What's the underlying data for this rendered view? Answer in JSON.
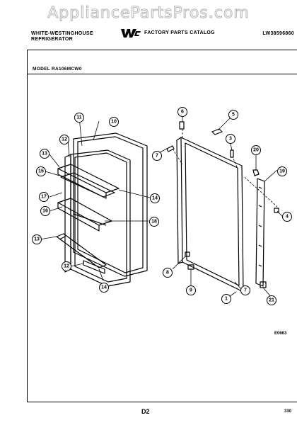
{
  "watermark": "AppliancePartsPros.com",
  "header": {
    "brand_line1": "WHITE-WESTINGHOUSE",
    "brand_line2": "REFRIGERATOR",
    "catalog_title": "FACTORY PARTS CATALOG",
    "catalog_number": "LW38596860"
  },
  "model_line": "MODEL RA106MCW0",
  "diagram": {
    "callouts": [
      "1",
      "3",
      "4",
      "5",
      "6",
      "7",
      "7",
      "8",
      "9",
      "10",
      "11",
      "12",
      "12",
      "13",
      "13",
      "14",
      "14",
      "15",
      "16",
      "17",
      "18",
      "19",
      "20",
      "21"
    ]
  },
  "footer": {
    "diagram_code": "E0663",
    "page_label": "D2",
    "catalog_suffix": "330"
  }
}
